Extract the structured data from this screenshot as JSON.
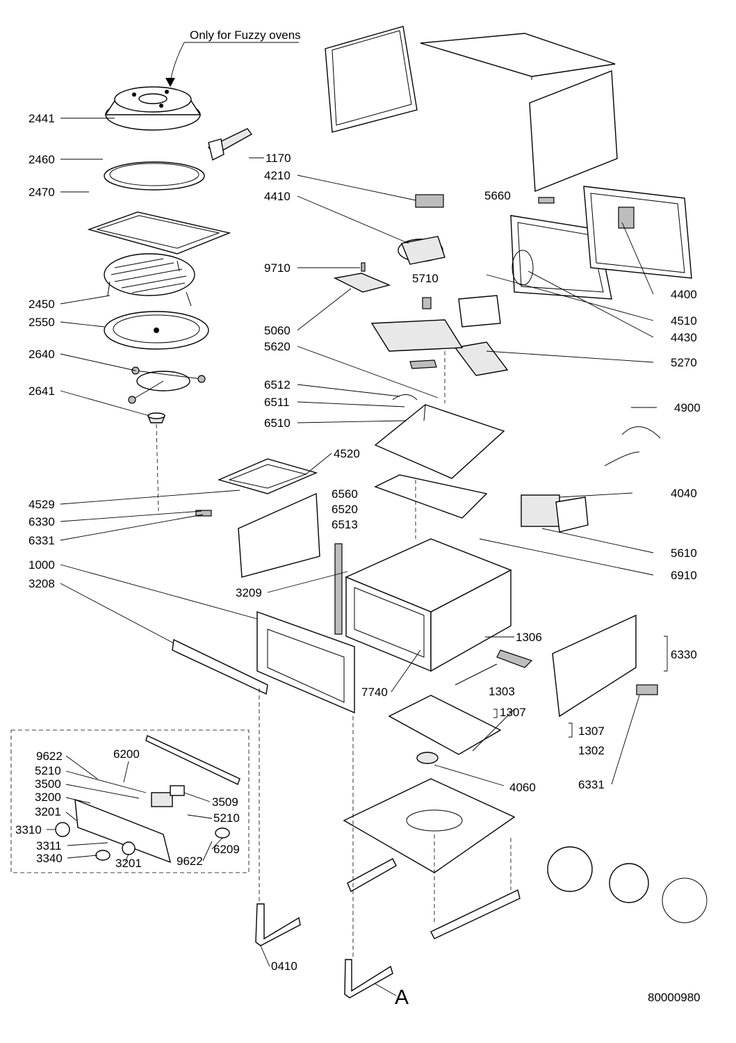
{
  "header": {
    "note": "Only for Fuzzy ovens"
  },
  "footer": {
    "drawing_number": "80000980",
    "view_letter": "A"
  },
  "labels": {
    "l2441": "2441",
    "l1170": "1170",
    "l2460": "2460",
    "l4210": "4210",
    "l2470": "2470",
    "l4410": "4410",
    "l5660": "5660",
    "l9710": "9710",
    "l5710": "5710",
    "l4400": "4400",
    "l2450": "2450",
    "l4510": "4510",
    "l2550": "2550",
    "l5060": "5060",
    "l4430": "4430",
    "l5620": "5620",
    "l2640": "2640",
    "l5270": "5270",
    "l6512": "6512",
    "l2641": "2641",
    "l6511": "6511",
    "l4900": "4900",
    "l6510": "6510",
    "l4520": "4520",
    "l4040": "4040",
    "l6560": "6560",
    "l4529": "4529",
    "l6520": "6520",
    "l6330a": "6330",
    "l6513": "6513",
    "l6331a": "6331",
    "l5610": "5610",
    "l1000": "1000",
    "l6910": "6910",
    "l3208": "3208",
    "l3209": "3209",
    "l1306": "1306",
    "l6330b": "6330",
    "l7740": "7740",
    "l1303": "1303",
    "l1307a": "1307",
    "l1307b": "1307",
    "l1302": "1302",
    "l4060": "4060",
    "l6331b": "6331",
    "l9622a": "9622",
    "l6200": "6200",
    "l5210a": "5210",
    "l3500": "3500",
    "l3200": "3200",
    "l3509": "3509",
    "l3201a": "3201",
    "l5210b": "5210",
    "l3310": "3310",
    "l3311": "3311",
    "l6209": "6209",
    "l3340": "3340",
    "l3201b": "3201",
    "l9622b": "9622",
    "l0410": "0410"
  }
}
